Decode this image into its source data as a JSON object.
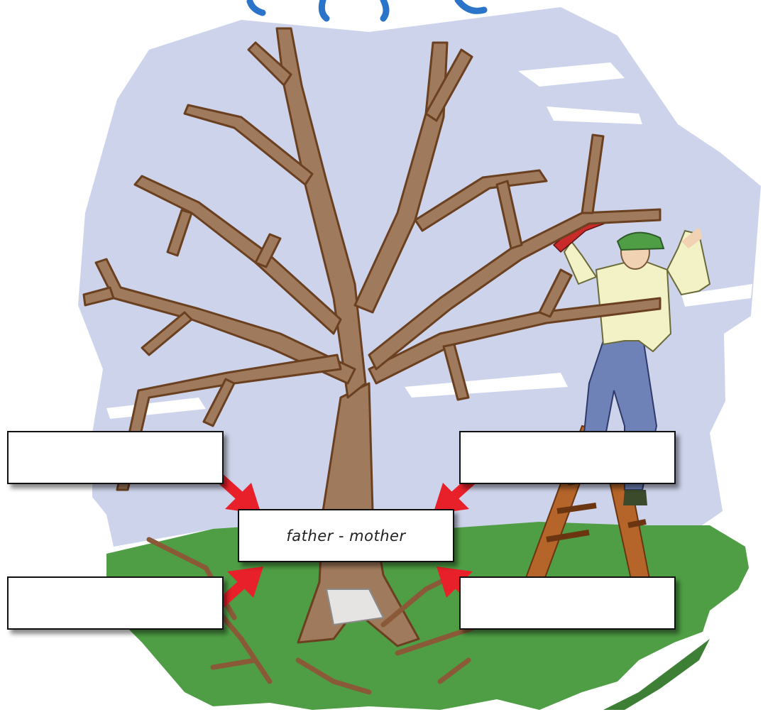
{
  "center_box": {
    "label": "father - mother"
  },
  "empty_boxes": [
    {
      "position": "top-left",
      "text": ""
    },
    {
      "position": "top-right",
      "text": ""
    },
    {
      "position": "bottom-left",
      "text": ""
    },
    {
      "position": "bottom-right",
      "text": ""
    }
  ],
  "arrows": {
    "color": "#e8202a",
    "count": 4
  },
  "colors": {
    "sky": "#cdd3ea",
    "grass": "#4f9e45",
    "trunk": "#a07a5c",
    "title_blue": "#2a74c9"
  }
}
